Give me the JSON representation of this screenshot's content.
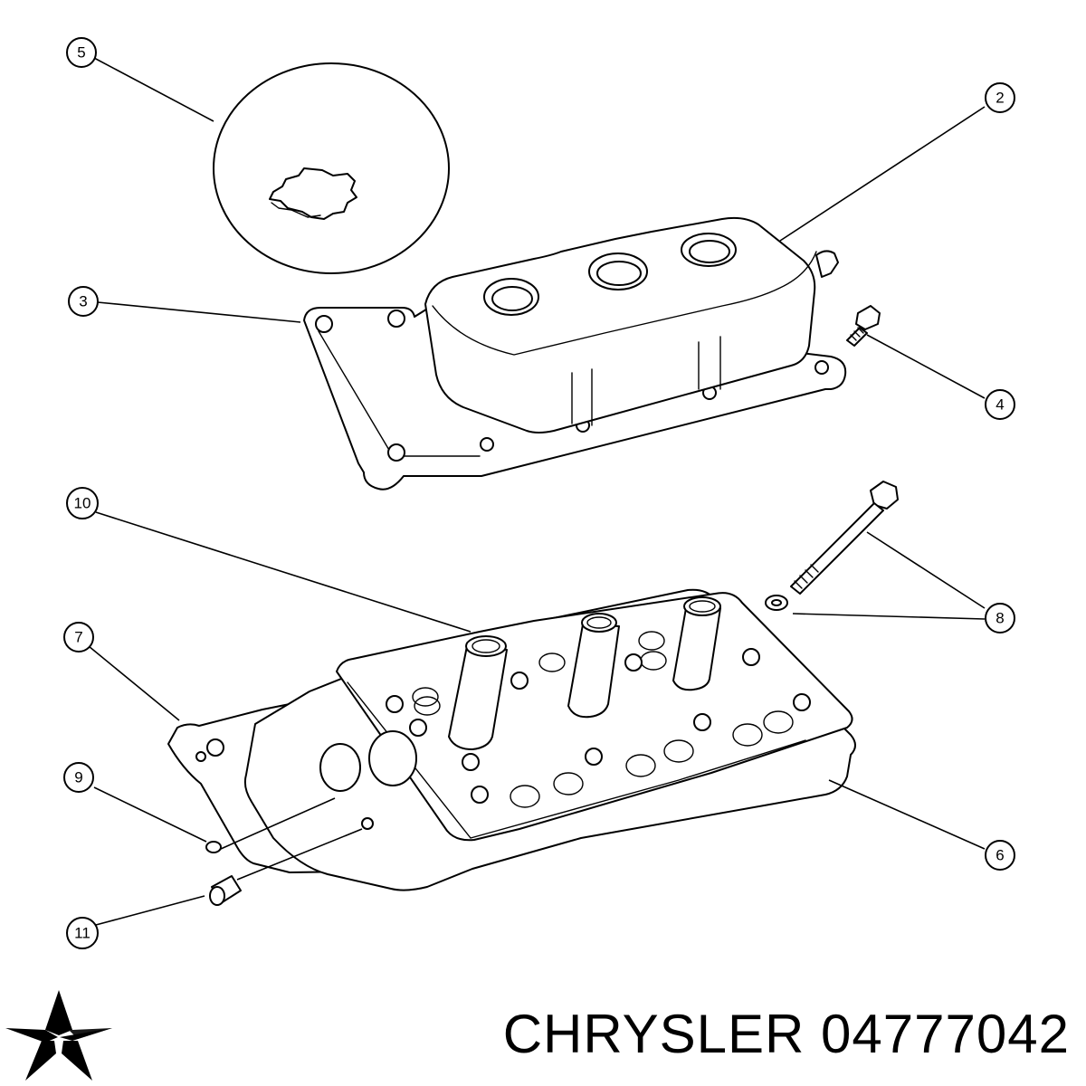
{
  "callouts": {
    "c2": "2",
    "c3": "3",
    "c4": "4",
    "c5": "5",
    "c6": "6",
    "c7": "7",
    "c8": "8",
    "c9": "9",
    "c10": "10",
    "c11": "11"
  },
  "brand": {
    "part_number": "CHRYSLER 04777042",
    "logo_icon": "pentastar-icon",
    "logo_color": "#000000"
  }
}
